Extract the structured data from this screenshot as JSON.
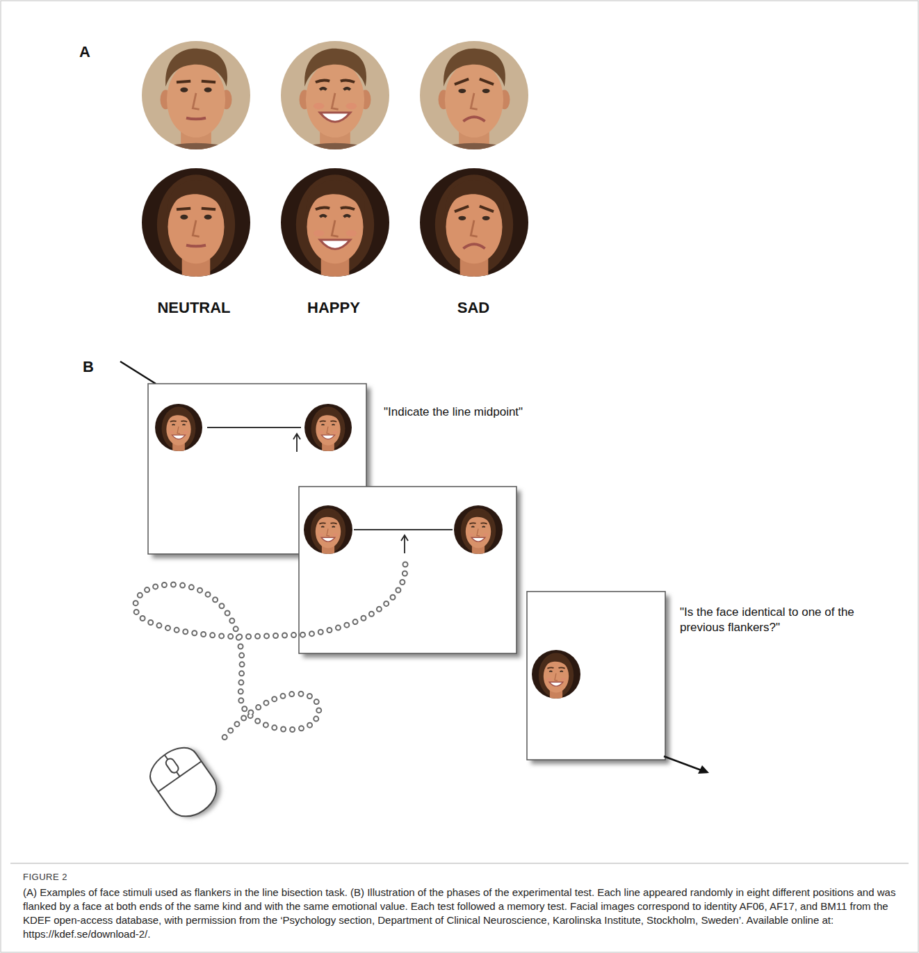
{
  "diagram": {
    "caption": "(A) Examples of face stimuli used as flankers in the line bisection task. (B) Illustration of the phases of the experimental test. Each line appeared randomly in eight different positions and was flanked by a face at both ends of the same kind and with the same emotional value. Each test followed a memory test. Facial images correspond to identity AF06, AF17, and BM11 from the KDEF open-access database, with permission from the ‘Psychology section, Department of Clinical Neuroscience, Karolinska Institute, Stockholm, Sweden’. Available online at: https://kdef.se/download-2/.",
    "labels": [
      "A",
      "NEUTRAL",
      "HAPPY",
      "SAD",
      "B",
      "\"Indicate the line midpoint\"",
      "\"Is the face identical to one of the previous flankers?\"",
      "FIGURE 2"
    ]
  }
}
